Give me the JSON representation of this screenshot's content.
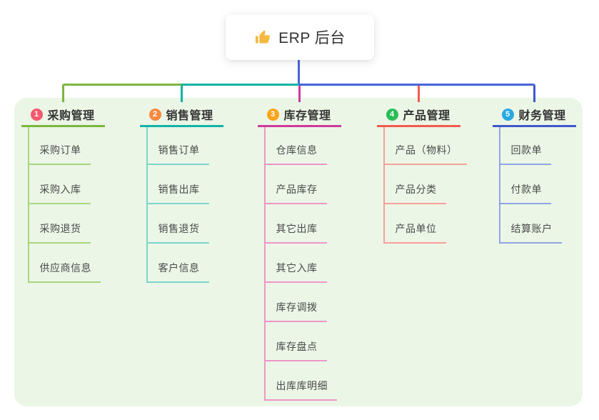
{
  "root": {
    "label": "ERP 后台",
    "icon": "thumbs-up-icon"
  },
  "colors": {
    "page_bg": "#ffffff",
    "panel_bg": "#ebf6e7",
    "connector_blue": "#4864d9",
    "header_text": "#333333",
    "child_text": "#4a4a4a",
    "badge_text": "#ffffff",
    "thumb_icon": "#f5b93f"
  },
  "branches": [
    {
      "index": "1",
      "label": "采购管理",
      "badge_color": "#f4586e",
      "line_color": "#7cb63f",
      "light_color": "#a9d57f",
      "children": [
        "采购订单",
        "采购入库",
        "采购退货",
        "供应商信息"
      ]
    },
    {
      "index": "2",
      "label": "销售管理",
      "badge_color": "#f7893f",
      "line_color": "#10b3a6",
      "light_color": "#7cd5cb",
      "children": [
        "销售订单",
        "销售出库",
        "销售退货",
        "客户信息"
      ]
    },
    {
      "index": "3",
      "label": "库存管理",
      "badge_color": "#f9a41b",
      "line_color": "#ce3a9b",
      "light_color": "#f095c7",
      "children": [
        "仓库信息",
        "产品库存",
        "其它出库",
        "其它入库",
        "库存调拨",
        "库存盘点",
        "出库库明细"
      ]
    },
    {
      "index": "4",
      "label": "产品管理",
      "badge_color": "#2bbd58",
      "line_color": "#f15b4f",
      "light_color": "#f7a09a",
      "children": [
        "产品（物料）",
        "产品分类",
        "产品单位"
      ]
    },
    {
      "index": "5",
      "label": "财务管理",
      "badge_color": "#28a8e0",
      "line_color": "#3f57cb",
      "light_color": "#90a5e5",
      "children": [
        "回款单",
        "付款单",
        "结算账户"
      ]
    }
  ]
}
